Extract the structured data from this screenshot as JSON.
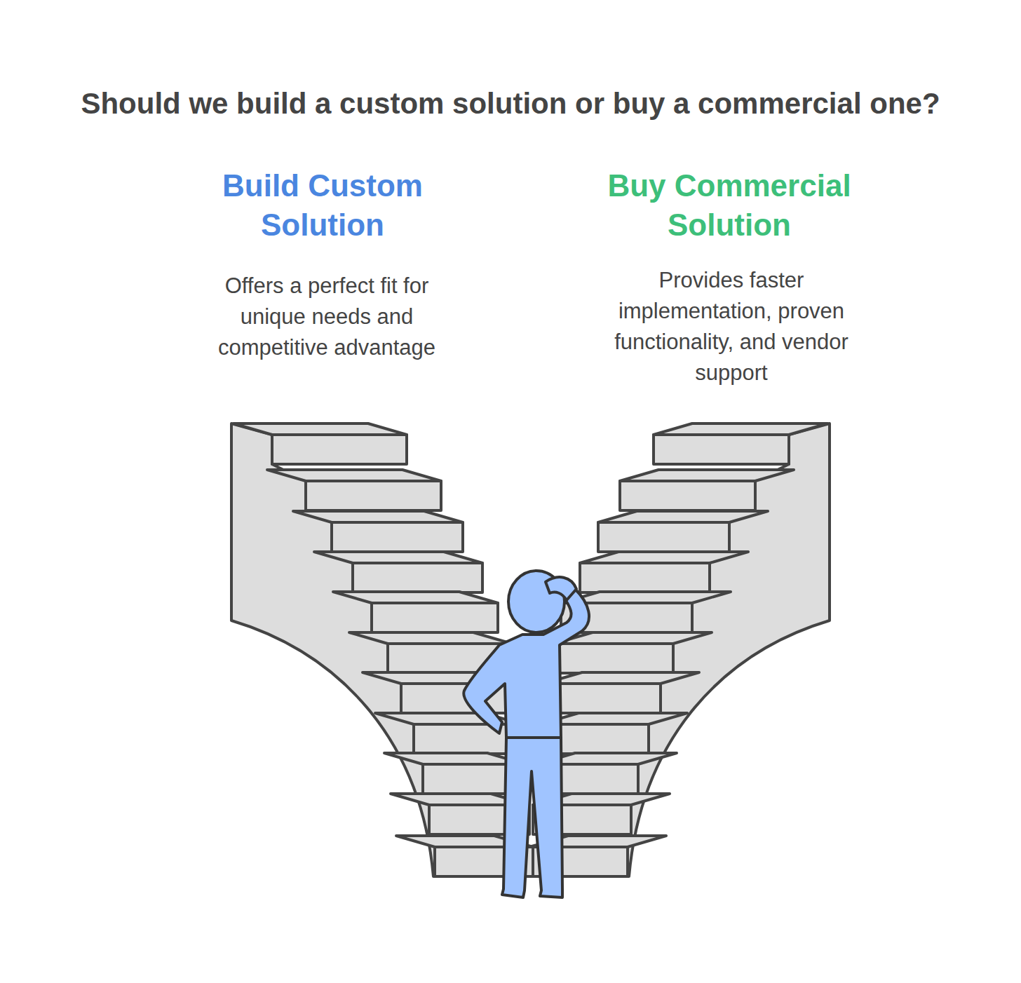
{
  "diagram": {
    "title": "Should we build a custom solution or buy a commercial one?",
    "labels": [
      "Build Custom Solution",
      "Offers a perfect fit for unique needs and competitive advantage",
      "Buy Commercial Solution",
      "Provides faster implementation, proven functionality, and vendor support"
    ]
  }
}
